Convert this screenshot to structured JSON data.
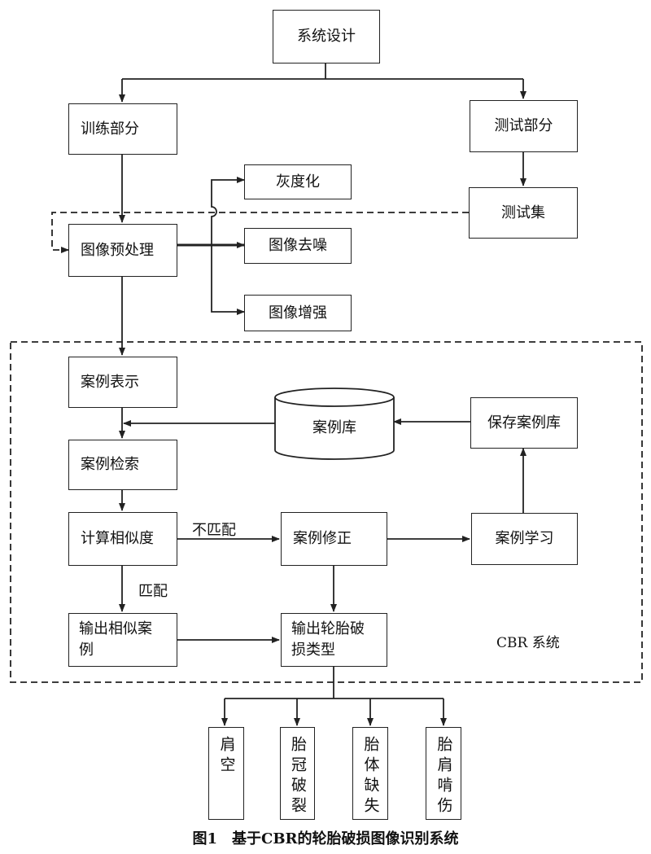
{
  "nodes": {
    "system_design": "系统设计",
    "training_part": "训练部分",
    "testing_part": "测试部分",
    "grayscale": "灰度化",
    "test_set": "测试集",
    "preprocess": "图像预处理",
    "denoise": "图像去噪",
    "enhance": "图像增强",
    "case_representation": "案例表示",
    "case_library": "案例库",
    "save_case_library": "保存案例库",
    "case_retrieval": "案例检索",
    "compute_similarity": "计算相似度",
    "case_revision": "案例修正",
    "case_learning": "案例学习",
    "output_similar_case": "输出相似案例",
    "output_damage_type": "输出轮胎破损类型"
  },
  "edge_labels": {
    "no_match": "不匹配",
    "match": "匹配"
  },
  "region_label": "CBR 系统",
  "damage_types": [
    "肩空",
    "胎冠破裂",
    "胎体缺失",
    "胎肩啃伤"
  ],
  "caption": "图1　基于CBR的轮胎破损图像识别系统"
}
